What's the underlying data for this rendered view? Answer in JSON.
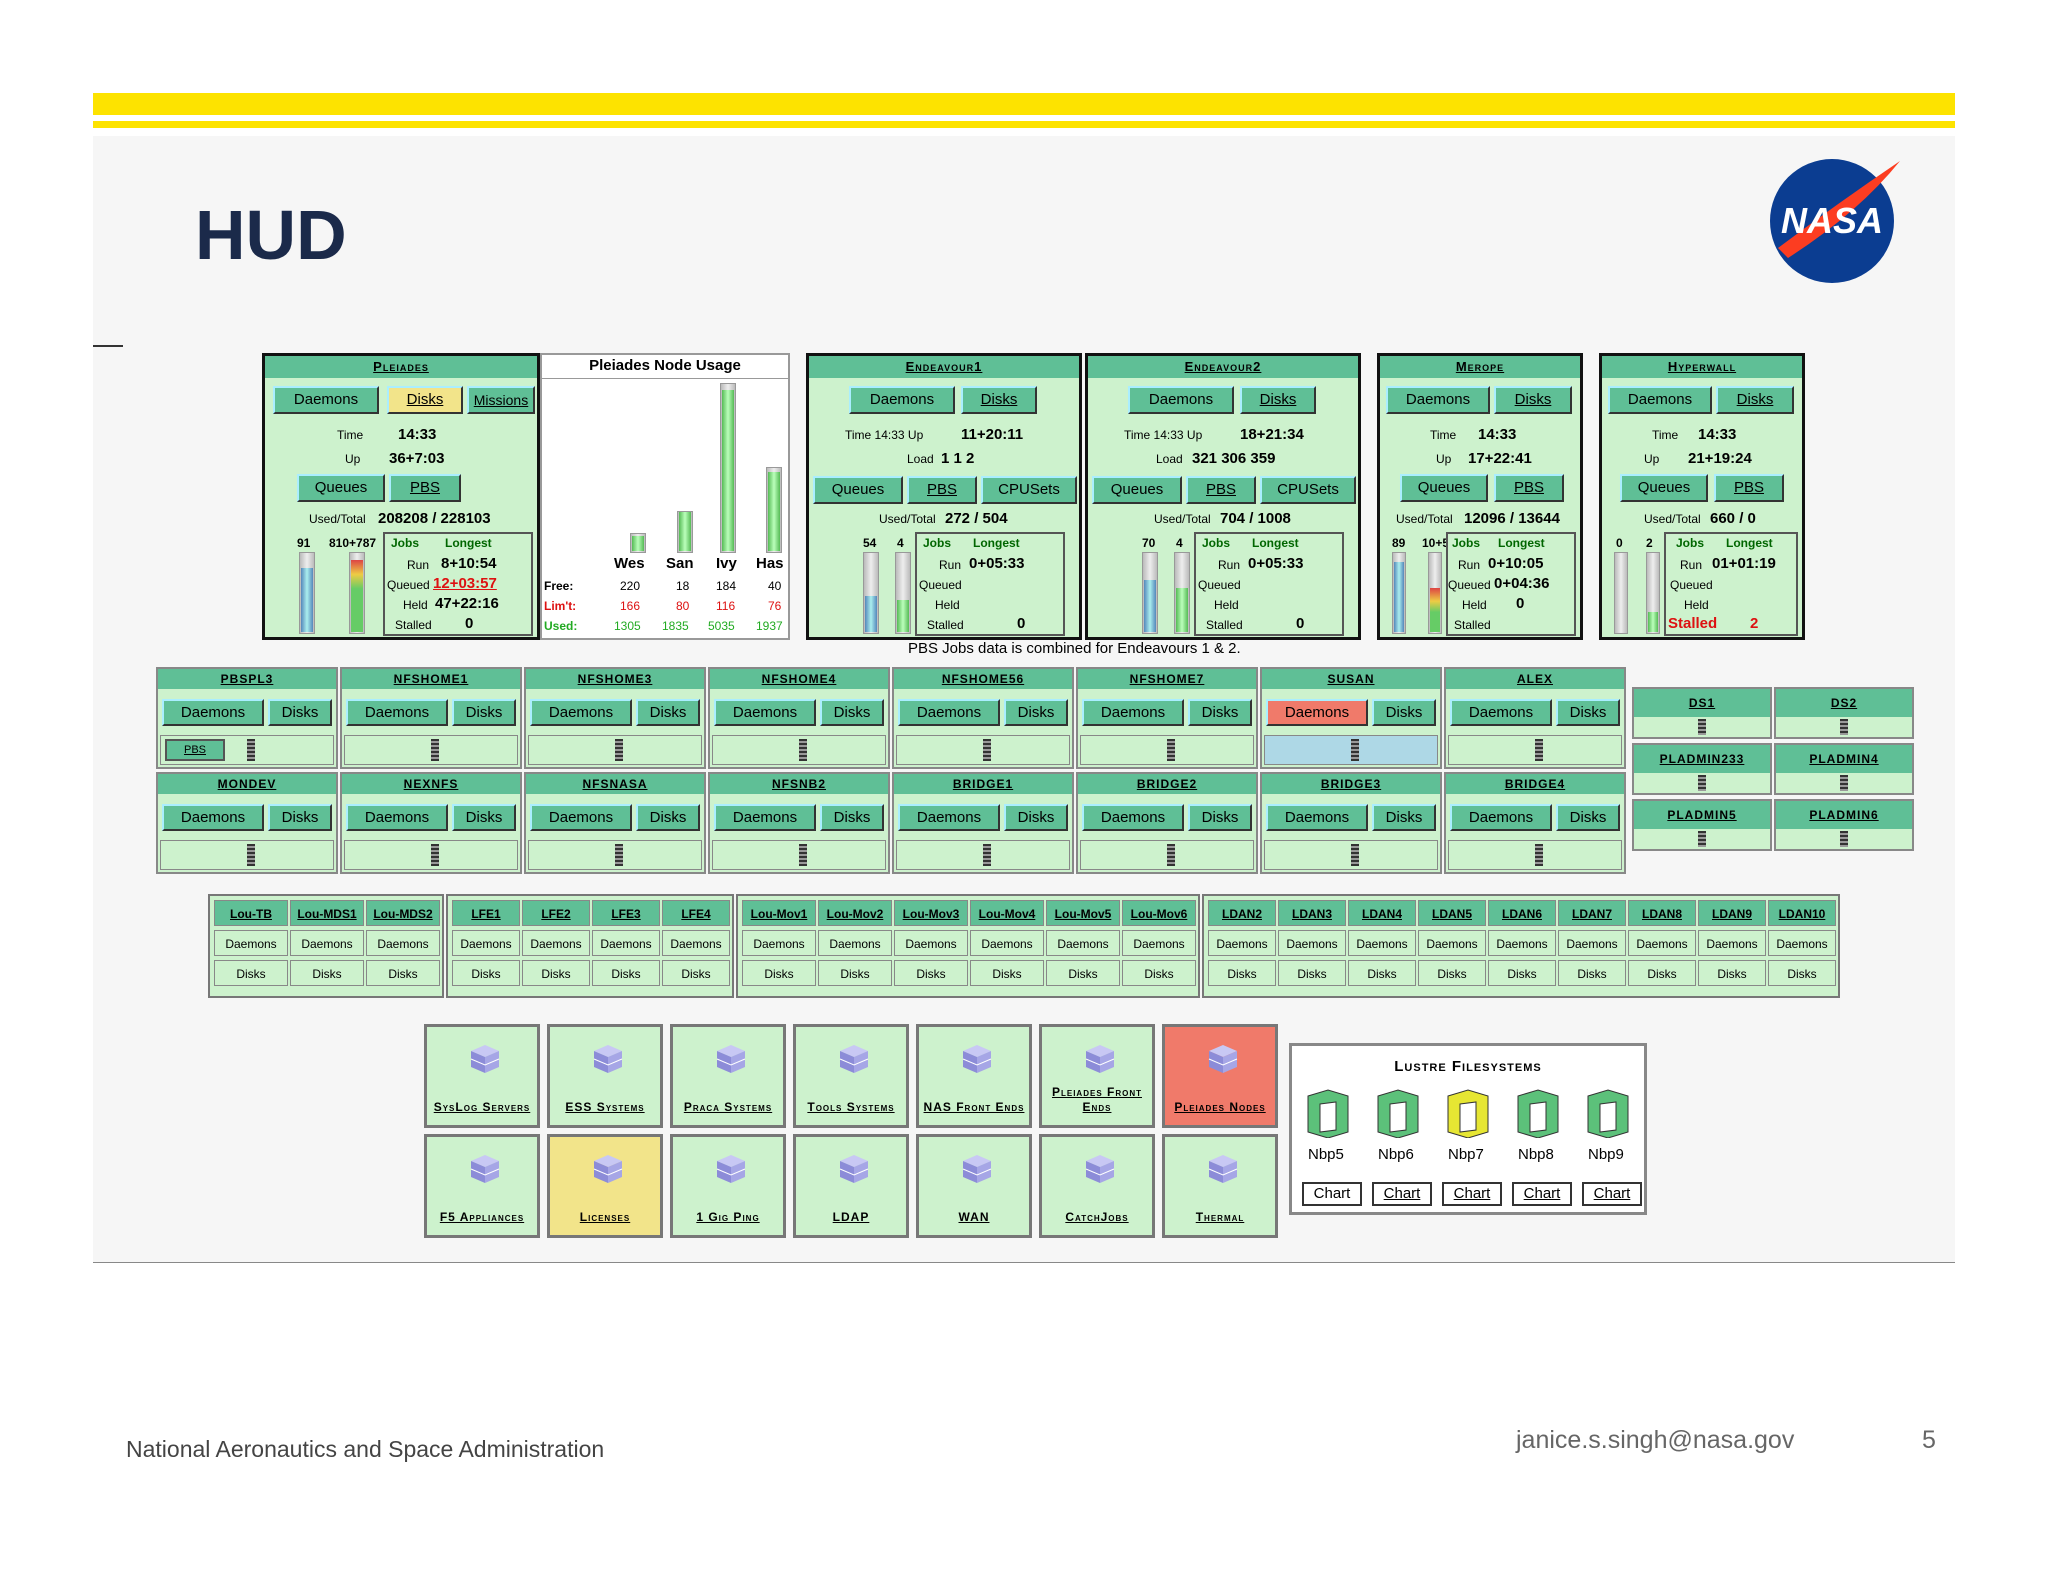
{
  "slide": {
    "title": "HUD",
    "footer": "National Aeronautics and Space Administration",
    "email": "janice.s.singh@nasa.gov",
    "page": "5",
    "logo_text": "NASA"
  },
  "colors": {
    "accent": "#fde300",
    "card": "#cdf2cd",
    "header": "#5fbf96",
    "alert": "#f07a6a",
    "highlight": "#f2e48a"
  },
  "pleiades": {
    "title": "Pleiades",
    "btns": [
      "Daemons",
      "Disks",
      "Missions"
    ],
    "time_lbl": "Time",
    "time": "14:33",
    "up_lbl": "Up",
    "up": "36+7:03",
    "btn2": [
      "Queues",
      "PBS"
    ],
    "used_lbl": "Used/Total",
    "used": "208208 / 228103",
    "n1": "91",
    "n2": "810+787",
    "jobs": "Jobs",
    "longest": "Longest",
    "run_lbl": "Run",
    "run": "8+10:54",
    "queued_lbl": "Queued",
    "queued": "12+03:57",
    "held_lbl": "Held",
    "held": "47+22:16",
    "stalled_lbl": "Stalled",
    "stalled": "0"
  },
  "node_usage": {
    "title": "Pleiades Node Usage",
    "cols": [
      "Wes",
      "San",
      "Ivy",
      "Has"
    ],
    "free_lbl": "Free:",
    "free": [
      "220",
      "18",
      "184",
      "40"
    ],
    "limt_lbl": "Lim't:",
    "limt": [
      "166",
      "80",
      "116",
      "76"
    ],
    "used_lbl": "Used:",
    "used": [
      "1305",
      "1835",
      "5035",
      "1937"
    ]
  },
  "endeavour1": {
    "title": "Endeavour1",
    "btns": [
      "Daemons",
      "Disks"
    ],
    "time": "Time 14:33 Up",
    "up": "11+20:11",
    "load_lbl": "Load",
    "load": "1  1  2",
    "btn2": [
      "Queues",
      "PBS",
      "CPUSets"
    ],
    "used_lbl": "Used/Total",
    "used": "272 / 504",
    "n1": "54",
    "n2": "4",
    "run": "0+05:33",
    "stalled": "0"
  },
  "endeavour2": {
    "title": "Endeavour2",
    "btns": [
      "Daemons",
      "Disks"
    ],
    "time": "Time 14:33 Up",
    "up": "18+21:34",
    "load_lbl": "Load",
    "load": "321  306  359",
    "btn2": [
      "Queues",
      "PBS",
      "CPUSets"
    ],
    "used_lbl": "Used/Total",
    "used": "704 / 1008",
    "n1": "70",
    "n2": "4",
    "run": "0+05:33",
    "stalled": "0"
  },
  "merope": {
    "title": "Merope",
    "btns": [
      "Daemons",
      "Disks"
    ],
    "time_lbl": "Time",
    "time": "14:33",
    "up_lbl": "Up",
    "up": "17+22:41",
    "btn2": [
      "Queues",
      "PBS"
    ],
    "used_lbl": "Used/Total",
    "used": "12096 / 13644",
    "n1": "89",
    "n2": "10+5",
    "run": "0+10:05",
    "queued": "0+04:36",
    "held": "0"
  },
  "hyperwall": {
    "title": "Hyperwall",
    "btns": [
      "Daemons",
      "Disks"
    ],
    "time_lbl": "Time",
    "time": "14:33",
    "up_lbl": "Up",
    "up": "21+19:24",
    "btn2": [
      "Queues",
      "PBS"
    ],
    "used_lbl": "Used/Total",
    "used": "660 / 0",
    "n1": "0",
    "n2": "2",
    "run": "01+01:19",
    "stalled_lbl": "Stalled",
    "stalled": "2"
  },
  "pbs_note": "PBS Jobs data is combined for Endeavours 1 & 2.",
  "job_labels": {
    "jobs": "Jobs",
    "longest": "Longest",
    "run": "Run",
    "queued": "Queued",
    "held": "Held",
    "stalled": "Stalled"
  },
  "row1": [
    "PBSPL3",
    "NFSHOME1",
    "NFSHOME3",
    "NFSHOME4",
    "NFSHOME56",
    "NFSHOME7",
    "SUSAN",
    "ALEX"
  ],
  "row2": [
    "MONDEV",
    "NEXNFS",
    "NFSNASA",
    "NFSNB2",
    "BRIDGE1",
    "BRIDGE2",
    "BRIDGE3",
    "BRIDGE4"
  ],
  "daemons": "Daemons",
  "disks": "Disks",
  "pbs": "PBS",
  "ds": [
    "DS1",
    "DS2",
    "PLADMIN233",
    "PLADMIN4",
    "PLADMIN5",
    "PLADMIN6"
  ],
  "lou_groups": [
    [
      "Lou-TB",
      "Lou-MDS1",
      "Lou-MDS2"
    ],
    [
      "LFE1",
      "LFE2",
      "LFE3",
      "LFE4"
    ],
    [
      "Lou-Mov1",
      "Lou-Mov2",
      "Lou-Mov3",
      "Lou-Mov4",
      "Lou-Mov5",
      "Lou-Mov6"
    ],
    [
      "LDAN2",
      "LDAN3",
      "LDAN4",
      "LDAN5",
      "LDAN6",
      "LDAN7",
      "LDAN8",
      "LDAN9",
      "LDAN10"
    ]
  ],
  "tiles_top": [
    "SysLog Servers",
    "ESS Systems",
    "Praca Systems",
    "Tools Systems",
    "NAS Front Ends",
    "Pleiades Front Ends",
    "Pleiades Nodes"
  ],
  "tiles_bottom": [
    "F5 Appliances",
    "Licenses",
    "1 Gig Ping",
    "LDAP",
    "WAN",
    "CatchJobs",
    "Thermal"
  ],
  "lustre": {
    "title": "Lustre Filesystems",
    "items": [
      "Nbp5",
      "Nbp6",
      "Nbp7",
      "Nbp8",
      "Nbp9"
    ],
    "chart": "Chart"
  }
}
